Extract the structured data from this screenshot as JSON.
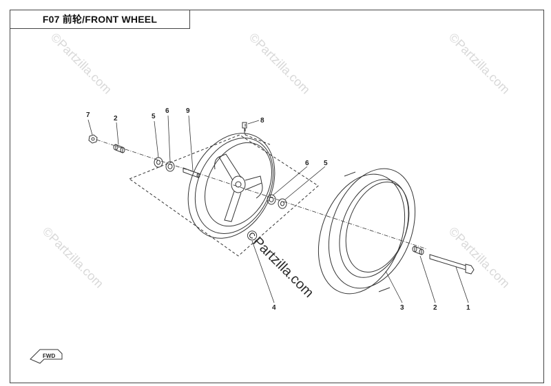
{
  "title": "F07  前轮/FRONT WHEEL",
  "watermark": "©Partzilla.com",
  "fwd_label": "FWD",
  "callouts": {
    "c1": "1",
    "c2": "2",
    "c2b": "2",
    "c3": "3",
    "c4": "4",
    "c5": "5",
    "c5b": "5",
    "c6": "6",
    "c6b": "6",
    "c7": "7",
    "c8": "8",
    "c9": "9"
  },
  "parts": {
    "p1": "axle-bolt",
    "p2": "spacer",
    "p3": "tire",
    "p4": "wheel-rim",
    "p5": "oil-seal",
    "p6": "bearing",
    "p7": "axle-nut",
    "p8": "valve",
    "p9": "inner-spacer"
  }
}
